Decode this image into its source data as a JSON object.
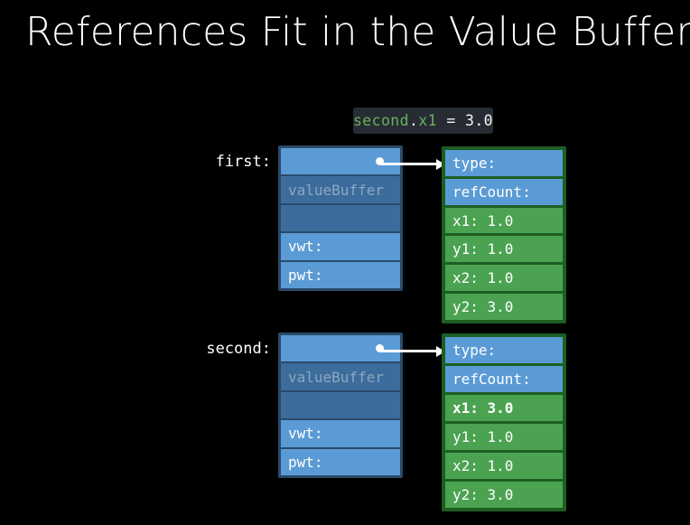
{
  "slide": {
    "title": "References Fit in the Value Buffer",
    "background_color": "#000000"
  },
  "code_chip": {
    "full_text": "second.x1 = 3.0",
    "tokens": {
      "object": "second",
      "dot": ".",
      "property": "x1",
      "operator": " = ",
      "value": "3.0"
    },
    "background_color": "#272c34",
    "identifier_color": "#69b05a",
    "plain_color": "#f2f2f2"
  },
  "colors": {
    "stack_container": "#2a4a6b",
    "stack_slot": "#5b9bd5",
    "stack_slot_dim": "#3c6c9b",
    "stack_slot_dim_text": "#8ca7c2",
    "heap_container": "#1e5e22",
    "heap_slot": "#4ba352",
    "heap_header_slot": "#5b9bd5",
    "arrow": "#ffffff"
  },
  "variables": [
    {
      "id": "first",
      "label": "first:",
      "stack": {
        "slots": [
          {
            "text": "",
            "style": "normal",
            "has_pointer_dot": true
          },
          {
            "text": "valueBuffer",
            "style": "dim",
            "has_pointer_dot": false
          },
          {
            "text": "",
            "style": "dim",
            "has_pointer_dot": false
          },
          {
            "text": "vwt:",
            "style": "normal",
            "has_pointer_dot": false
          },
          {
            "text": "pwt:",
            "style": "normal",
            "has_pointer_dot": false
          }
        ]
      },
      "heap": {
        "slots": [
          {
            "text": "type:",
            "kind": "header",
            "changed": false
          },
          {
            "text": "refCount:",
            "kind": "header",
            "changed": false
          },
          {
            "text": "x1: 1.0",
            "kind": "field",
            "changed": false
          },
          {
            "text": "y1: 1.0",
            "kind": "field",
            "changed": false
          },
          {
            "text": "x2: 1.0",
            "kind": "field",
            "changed": false
          },
          {
            "text": "y2: 3.0",
            "kind": "field",
            "changed": false
          }
        ]
      }
    },
    {
      "id": "second",
      "label": "second:",
      "stack": {
        "slots": [
          {
            "text": "",
            "style": "normal",
            "has_pointer_dot": true
          },
          {
            "text": "valueBuffer",
            "style": "dim",
            "has_pointer_dot": false
          },
          {
            "text": "",
            "style": "dim",
            "has_pointer_dot": false
          },
          {
            "text": "vwt:",
            "style": "normal",
            "has_pointer_dot": false
          },
          {
            "text": "pwt:",
            "style": "normal",
            "has_pointer_dot": false
          }
        ]
      },
      "heap": {
        "slots": [
          {
            "text": "type:",
            "kind": "header",
            "changed": false
          },
          {
            "text": "refCount:",
            "kind": "header",
            "changed": false
          },
          {
            "text": "x1: 3.0",
            "kind": "field",
            "changed": true
          },
          {
            "text": "y1: 1.0",
            "kind": "field",
            "changed": false
          },
          {
            "text": "x2: 1.0",
            "kind": "field",
            "changed": false
          },
          {
            "text": "y2: 3.0",
            "kind": "field",
            "changed": false
          }
        ]
      }
    }
  ]
}
